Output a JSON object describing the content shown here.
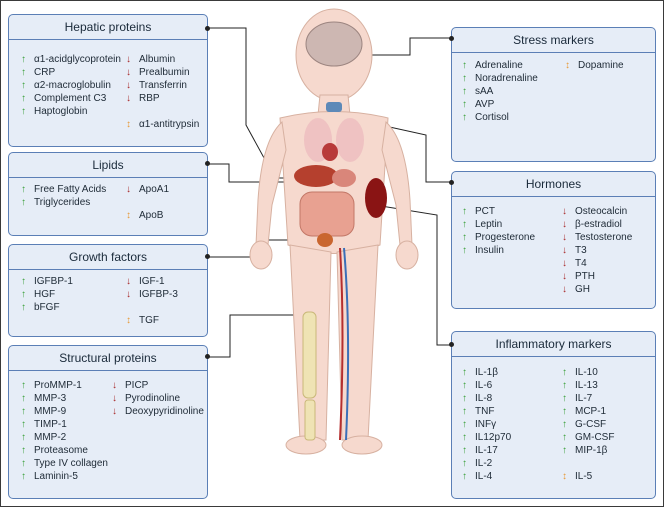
{
  "panels": {
    "hepatic": {
      "title": "Hepatic proteins",
      "col1": [
        {
          "dir": "up",
          "text": "α1-acidglycoprotein"
        },
        {
          "dir": "up",
          "text": "CRP"
        },
        {
          "dir": "up",
          "text": "α2-macroglobulin"
        },
        {
          "dir": "up",
          "text": "Complement C3"
        },
        {
          "dir": "up",
          "text": "Haptoglobin"
        }
      ],
      "col2": [
        {
          "dir": "down",
          "text": "Albumin"
        },
        {
          "dir": "down",
          "text": "Prealbumin"
        },
        {
          "dir": "down",
          "text": "Transferrin"
        },
        {
          "dir": "down",
          "text": "RBP"
        },
        {
          "dir": "gap",
          "text": ""
        },
        {
          "dir": "both",
          "text": "α1-antitrypsin"
        }
      ]
    },
    "lipids": {
      "title": "Lipids",
      "col1": [
        {
          "dir": "up",
          "text": "Free Fatty Acids"
        },
        {
          "dir": "up",
          "text": "Triglycerides"
        }
      ],
      "col2": [
        {
          "dir": "down",
          "text": "ApoA1"
        },
        {
          "dir": "gap",
          "text": ""
        },
        {
          "dir": "both",
          "text": "ApoB"
        }
      ]
    },
    "growth": {
      "title": "Growth  factors",
      "col1": [
        {
          "dir": "up",
          "text": "IGFBP-1"
        },
        {
          "dir": "up",
          "text": "HGF"
        },
        {
          "dir": "up",
          "text": "bFGF"
        }
      ],
      "col2": [
        {
          "dir": "down",
          "text": "IGF-1"
        },
        {
          "dir": "down",
          "text": "IGFBP-3"
        },
        {
          "dir": "gap",
          "text": ""
        },
        {
          "dir": "both",
          "text": "TGF"
        }
      ]
    },
    "structural": {
      "title": "Structural proteins",
      "col1": [
        {
          "dir": "up",
          "text": "ProMMP-1"
        },
        {
          "dir": "up",
          "text": "MMP-3"
        },
        {
          "dir": "up",
          "text": "MMP-9"
        },
        {
          "dir": "up",
          "text": "TIMP-1"
        },
        {
          "dir": "up",
          "text": "MMP-2"
        },
        {
          "dir": "up",
          "text": "Proteasome"
        },
        {
          "dir": "up",
          "text": "Type IV collagen"
        },
        {
          "dir": "up",
          "text": "Laminin-5"
        }
      ],
      "col2": [
        {
          "dir": "down",
          "text": "PICP"
        },
        {
          "dir": "down",
          "text": "Pyrodinoline"
        },
        {
          "dir": "down",
          "text": "Deoxypyridinoline"
        }
      ]
    },
    "stress": {
      "title": "Stress markers",
      "col1": [
        {
          "dir": "up",
          "text": "Adrenaline"
        },
        {
          "dir": "up",
          "text": "Noradrenaline"
        },
        {
          "dir": "up",
          "text": "sAA"
        },
        {
          "dir": "up",
          "text": "AVP"
        },
        {
          "dir": "up",
          "text": "Cortisol"
        }
      ],
      "col2": [
        {
          "dir": "both",
          "text": "Dopamine"
        }
      ]
    },
    "hormones": {
      "title": "Hormones",
      "col1": [
        {
          "dir": "up",
          "text": "PCT"
        },
        {
          "dir": "up",
          "text": "Leptin"
        },
        {
          "dir": "up",
          "text": "Progesterone"
        },
        {
          "dir": "up",
          "text": "Insulin"
        }
      ],
      "col2": [
        {
          "dir": "down",
          "text": "Osteocalcin"
        },
        {
          "dir": "down",
          "text": "β-estradiol"
        },
        {
          "dir": "down",
          "text": "Testosterone"
        },
        {
          "dir": "down",
          "text": "T3"
        },
        {
          "dir": "down",
          "text": "T4"
        },
        {
          "dir": "down",
          "text": "PTH"
        },
        {
          "dir": "down",
          "text": "GH"
        }
      ]
    },
    "inflammatory": {
      "title": "Inflammatory markers",
      "col1": [
        {
          "dir": "up",
          "text": "IL-1β"
        },
        {
          "dir": "up",
          "text": "IL-6"
        },
        {
          "dir": "up",
          "text": "IL-8"
        },
        {
          "dir": "up",
          "text": "TNF"
        },
        {
          "dir": "up",
          "text": "INFγ"
        },
        {
          "dir": "up",
          "text": "IL12p70"
        },
        {
          "dir": "up",
          "text": "IL-17"
        },
        {
          "dir": "up",
          "text": "IL-2"
        },
        {
          "dir": "up",
          "text": "IL-4"
        }
      ],
      "col2": [
        {
          "dir": "up",
          "text": "IL-10"
        },
        {
          "dir": "up",
          "text": "IL-13"
        },
        {
          "dir": "up",
          "text": "IL-7"
        },
        {
          "dir": "up",
          "text": "MCP-1"
        },
        {
          "dir": "up",
          "text": "G-CSF"
        },
        {
          "dir": "up",
          "text": "GM-CSF"
        },
        {
          "dir": "up",
          "text": "MIP-1β"
        },
        {
          "dir": "gap",
          "text": ""
        },
        {
          "dir": "both",
          "text": "IL-5"
        }
      ]
    }
  },
  "arrow_glyphs": {
    "up": "↑",
    "down": "↓",
    "both": "↕"
  },
  "colors": {
    "up": "#3aa03a",
    "down": "#a82a2a",
    "both": "#e79a3a",
    "panel_border": "#5b7fb6",
    "panel_fill": "#e6edf7"
  }
}
